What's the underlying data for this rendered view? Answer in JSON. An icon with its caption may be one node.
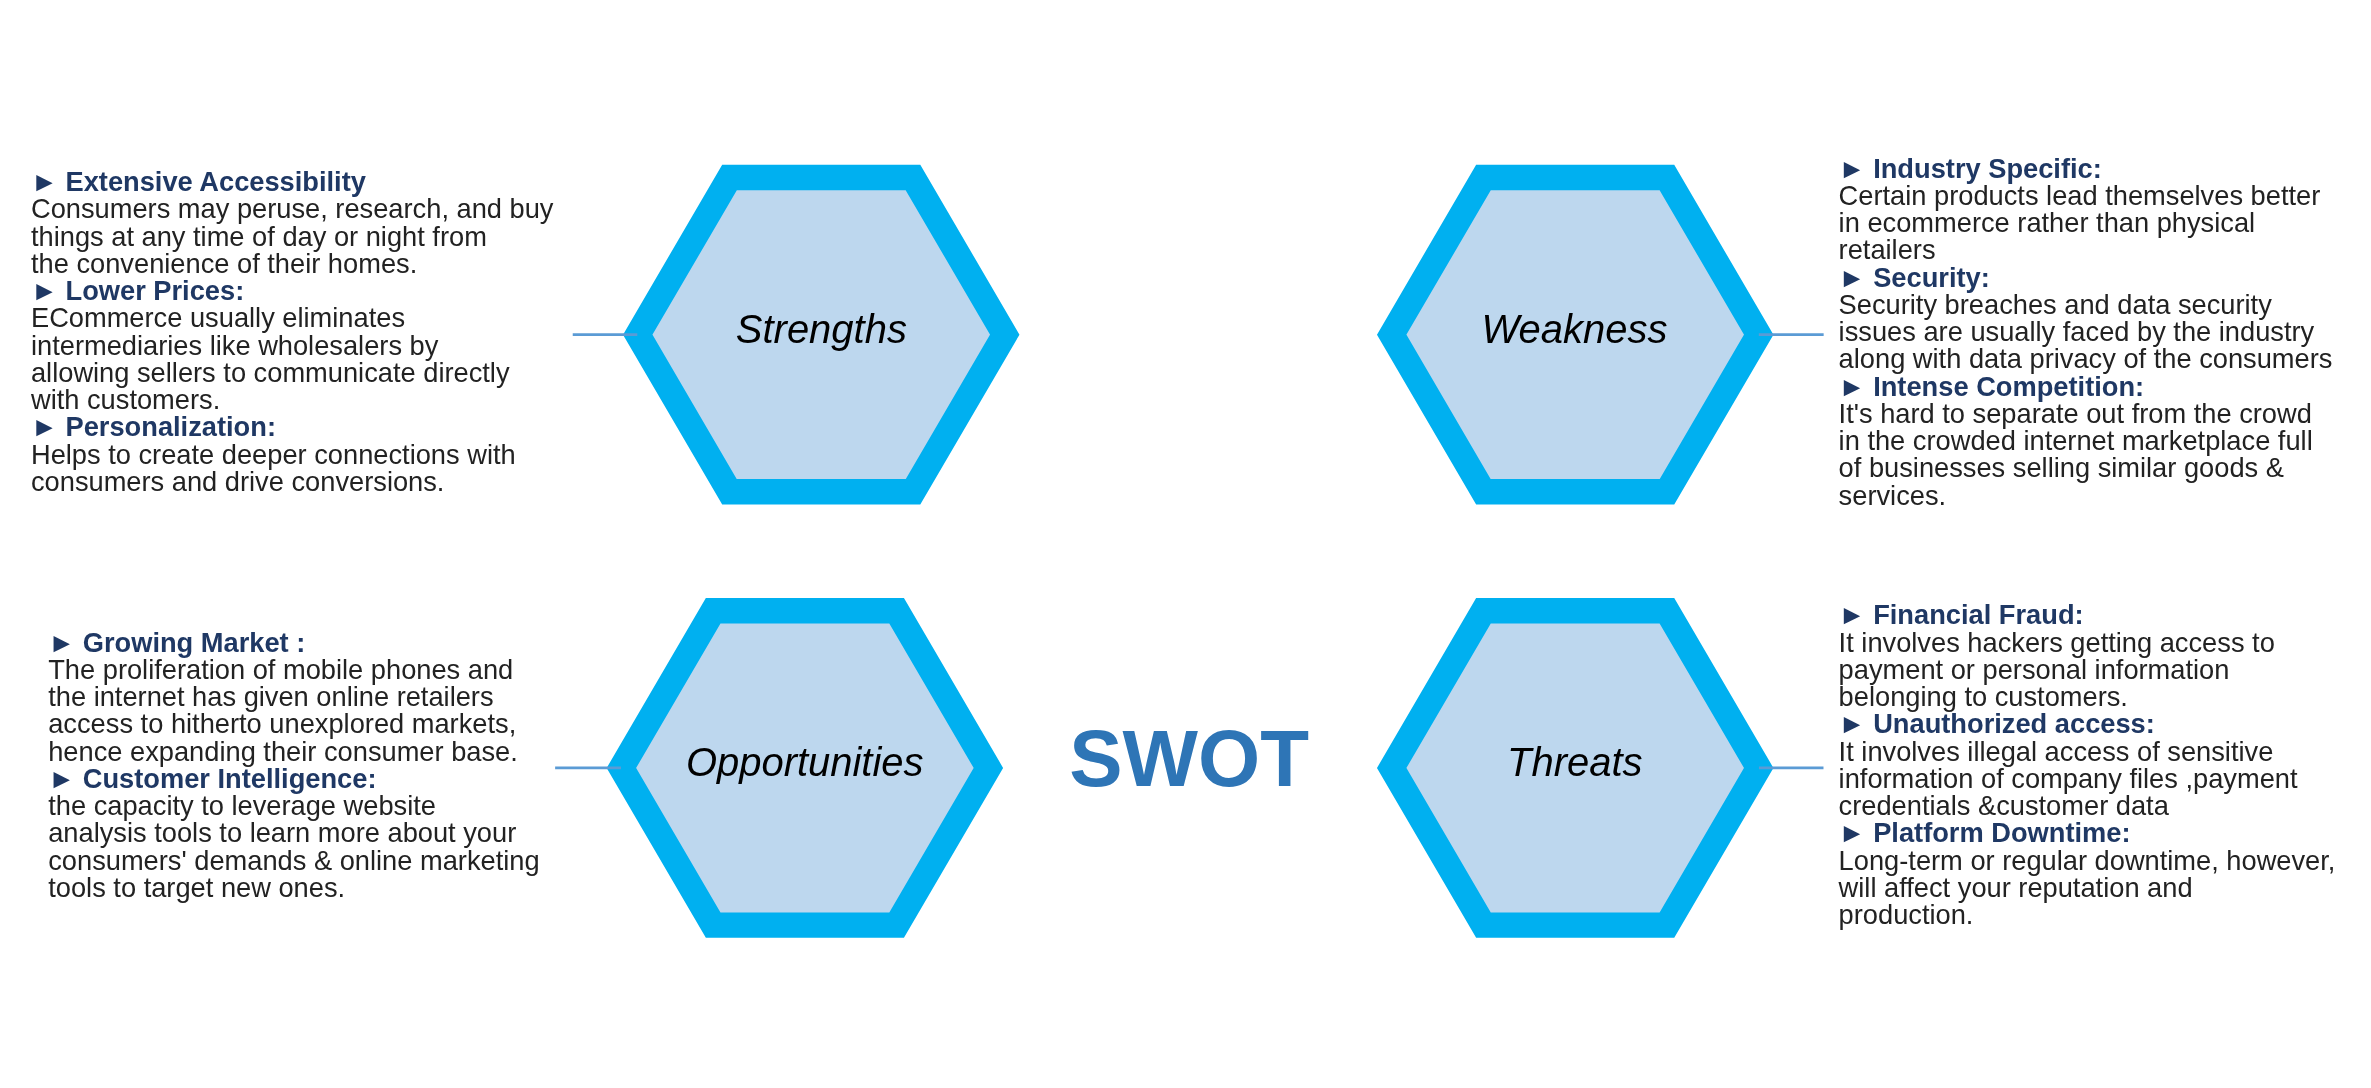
{
  "diagram": {
    "nodes": [
      {
        "text": [
          "► Extensive Accessibility",
          "Consumers may peruse, research, and buy things at any time of day or night from the convenience of their homes.",
          "► Lower Prices:",
          "ECommerce usually eliminates intermediaries like wholesalers by allowing sellers to communicate directly with customers.",
          "► Personalization:",
          "Helps to create deeper connections with consumers and drive conversions."
        ]
      },
      {
        "text": [
          "Strengths"
        ]
      },
      {
        "text": [
          "Weakness"
        ]
      },
      {
        "text": [
          "► Industry Specific:",
          "Certain products lead themselves better in ecommerce rather than physical retailers",
          "► Security:",
          "Security breaches and data security issues are usually faced by the industry along with data privacy of the consumers",
          "► Intense Competition:",
          "It's hard to separate out from the crowd in the crowded internet marketplace full of businesses selling similar goods & services."
        ]
      },
      {
        "text": [
          "► Growing Market :",
          "The proliferation of mobile phones and the internet has given online retailers access to hitherto unexplored markets, hence expanding their consumer base.",
          "► Customer Intelligence:",
          "the capacity to leverage website analysis tools to learn more about your consumers' demands & online marketing tools to target new ones."
        ]
      },
      {
        "text": [
          "Opportunities"
        ]
      },
      {
        "text": [
          "Threats"
        ]
      },
      {
        "text": [
          "► Financial Fraud:",
          "It involves hackers getting access to payment or personal information belonging to customers.",
          "► Unauthorized access:",
          "It involves illegal access of sensitive information of company files ,payment credentials &customer data",
          "► Platform Downtime:",
          "Long-term or regular downtime, however, will affect your reputation and production."
        ]
      }
    ],
    "edges": [
      {
        "from": 0,
        "to": 1,
        "arrow": "none"
      },
      {
        "from": 2,
        "to": 3,
        "arrow": "none"
      },
      {
        "from": 4,
        "to": 5,
        "arrow": "none"
      },
      {
        "from": 6,
        "to": 7,
        "arrow": "none"
      }
    ],
    "labels": [
      "SWOT"
    ]
  }
}
